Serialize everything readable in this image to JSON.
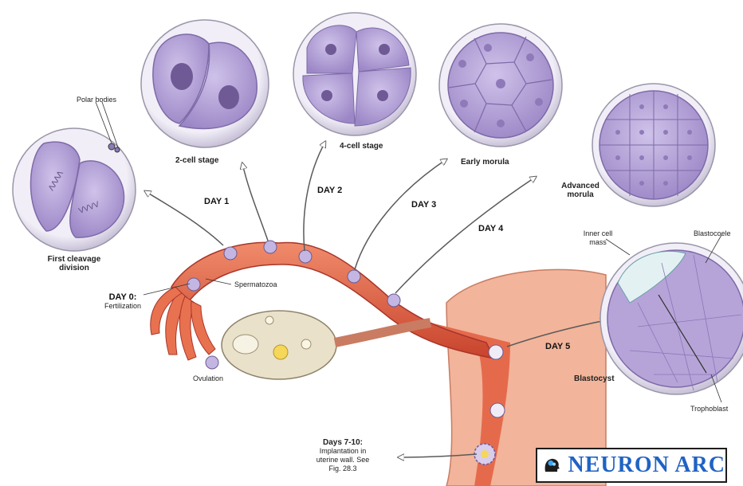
{
  "colors": {
    "cell_fill": "#b6a4d8",
    "cell_stroke": "#7d6aa8",
    "nucleus": "#6f5a96",
    "tube": "#d9533a",
    "tube_light": "#f08b6b",
    "uterus": "#f2b49a",
    "ovary": "#e9e1c9",
    "logo_blue": "#1f63c4"
  },
  "labels": {
    "polar_bodies": "Polar bodies",
    "first_cleavage_1": "First cleavage",
    "first_cleavage_2": "division",
    "two_cell": "2-cell stage",
    "four_cell": "4-cell stage",
    "early_morula": "Early morula",
    "advanced_morula_1": "Advanced",
    "advanced_morula_2": "morula",
    "inner_cell_1": "Inner cell",
    "inner_cell_2": "mass",
    "blastocoele": "Blastocoele",
    "blastocyst": "Blastocyst",
    "trophoblast": "Trophoblast",
    "spermatozoa": "Spermatozoa",
    "ovulation": "Ovulation",
    "day0_title": "DAY 0:",
    "day0_sub": "Fertilization",
    "implant_title": "Days 7-10:",
    "implant_l1": "Implantation in",
    "implant_l2": "uterine wall. See",
    "implant_l3": "Fig. 28.3"
  },
  "days": {
    "d1": "DAY 1",
    "d2": "DAY 2",
    "d3": "DAY 3",
    "d4": "DAY 4",
    "d5": "DAY 5"
  },
  "logo": {
    "text": "NEURON ARC",
    "icon": "brain-head-icon"
  }
}
